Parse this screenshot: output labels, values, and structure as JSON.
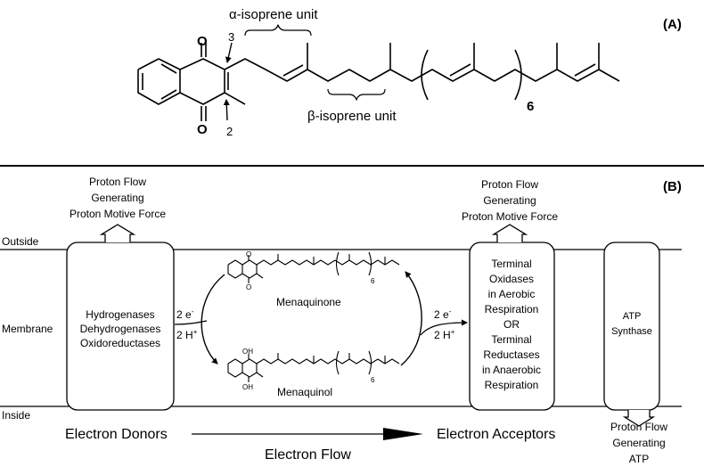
{
  "panel_a": {
    "label": "(A)",
    "alpha_label": "α-isoprene unit",
    "beta_label": "β-isoprene unit",
    "repeat_subscript": "6",
    "position_3": "3",
    "position_2": "2",
    "oxygen_label": "O"
  },
  "panel_b": {
    "label": "(B)",
    "outside": "Outside",
    "membrane": "Membrane",
    "inside": "Inside",
    "proton_flow_left": [
      "Proton Flow",
      "Generating",
      "Proton Motive Force"
    ],
    "proton_flow_right": [
      "Proton Flow",
      "Generating",
      "Proton Motive Force"
    ],
    "proton_flow_atp": [
      "Proton Flow",
      "Generating",
      "ATP"
    ],
    "left_box": [
      "Hydrogenases",
      "Dehydrogenases",
      "Oxidoreductases"
    ],
    "right_box": [
      "Terminal",
      "Oxidases",
      "in Aerobic",
      "Respiration",
      "OR",
      "Terminal",
      "Reductases",
      "in Anaerobic",
      "Respiration"
    ],
    "atp_box": [
      "ATP",
      "Synthase"
    ],
    "electrons": "2 e",
    "electron_charge": "-",
    "protons": "2 H",
    "proton_charge": "+",
    "menaquinone": "Menaquinone",
    "menaquinol": "Menaquinol",
    "subscript_6": "6",
    "oh": "OH",
    "o": "O",
    "electron_donors": "Electron Donors",
    "electron_acceptors": "Electron Acceptors",
    "electron_flow": "Electron Flow"
  }
}
